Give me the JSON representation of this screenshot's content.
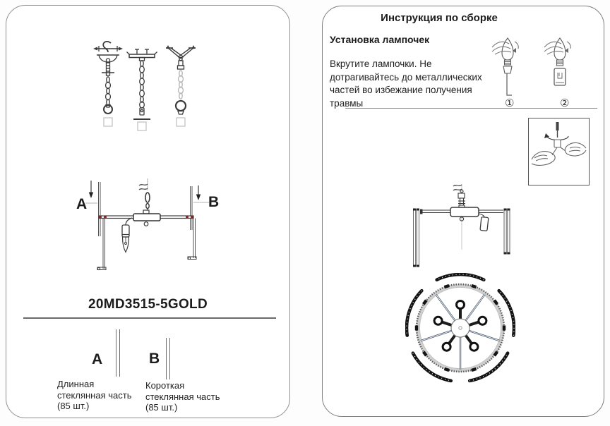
{
  "left_panel": {
    "model_number": "20MD3515-5GOLD",
    "frame_diagram": {
      "label_a": "A",
      "label_b": "B"
    },
    "parts_legend": {
      "a_label": "A",
      "b_label": "B",
      "a_caption_lines": [
        "Длинная",
        "стеклянная часть",
        "(85 шт.)"
      ],
      "b_caption_lines": [
        "Короткая",
        "стеклянная часть",
        "(85 шт.)"
      ]
    }
  },
  "right_panel": {
    "title": "Инструкция по сборке",
    "section_title": "Установка лампочек",
    "instruction_lines": [
      "Вкрутите лампочки. Не",
      "дотрагивайтесь до металлических",
      "частей во избежание получения",
      "травмы"
    ],
    "step1_marker": "①",
    "step2_marker": "②"
  },
  "colors": {
    "joint_dot_red": "#7e2727",
    "light_chain_gray": "#b5b5b5",
    "spoke_blue": "#44546a",
    "line_dark": "#3a3a3a"
  }
}
